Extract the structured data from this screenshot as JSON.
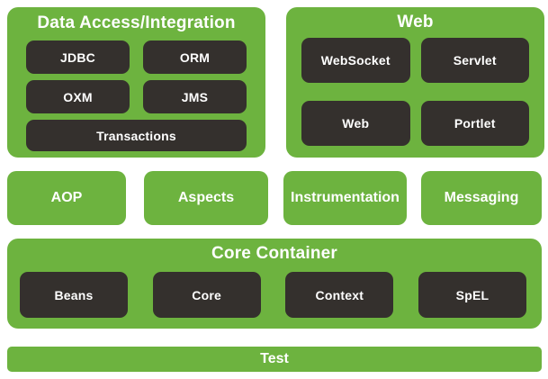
{
  "colors": {
    "green": "#6DB33F",
    "dark": "#34302D",
    "text": "#FFFFFF",
    "background": "#FFFFFF"
  },
  "diagram": {
    "sections": {
      "data_access": {
        "title": "Data Access/Integration",
        "modules": [
          "JDBC",
          "ORM",
          "OXM",
          "JMS",
          "Transactions"
        ]
      },
      "web": {
        "title": "Web",
        "modules": [
          "WebSocket",
          "Servlet",
          "Web",
          "Portlet"
        ]
      },
      "middle": {
        "modules": [
          "AOP",
          "Aspects",
          "Instrumentation",
          "Messaging"
        ]
      },
      "core": {
        "title": "Core Container",
        "modules": [
          "Beans",
          "Core",
          "Context",
          "SpEL"
        ]
      },
      "test": {
        "title": "Test"
      }
    }
  }
}
